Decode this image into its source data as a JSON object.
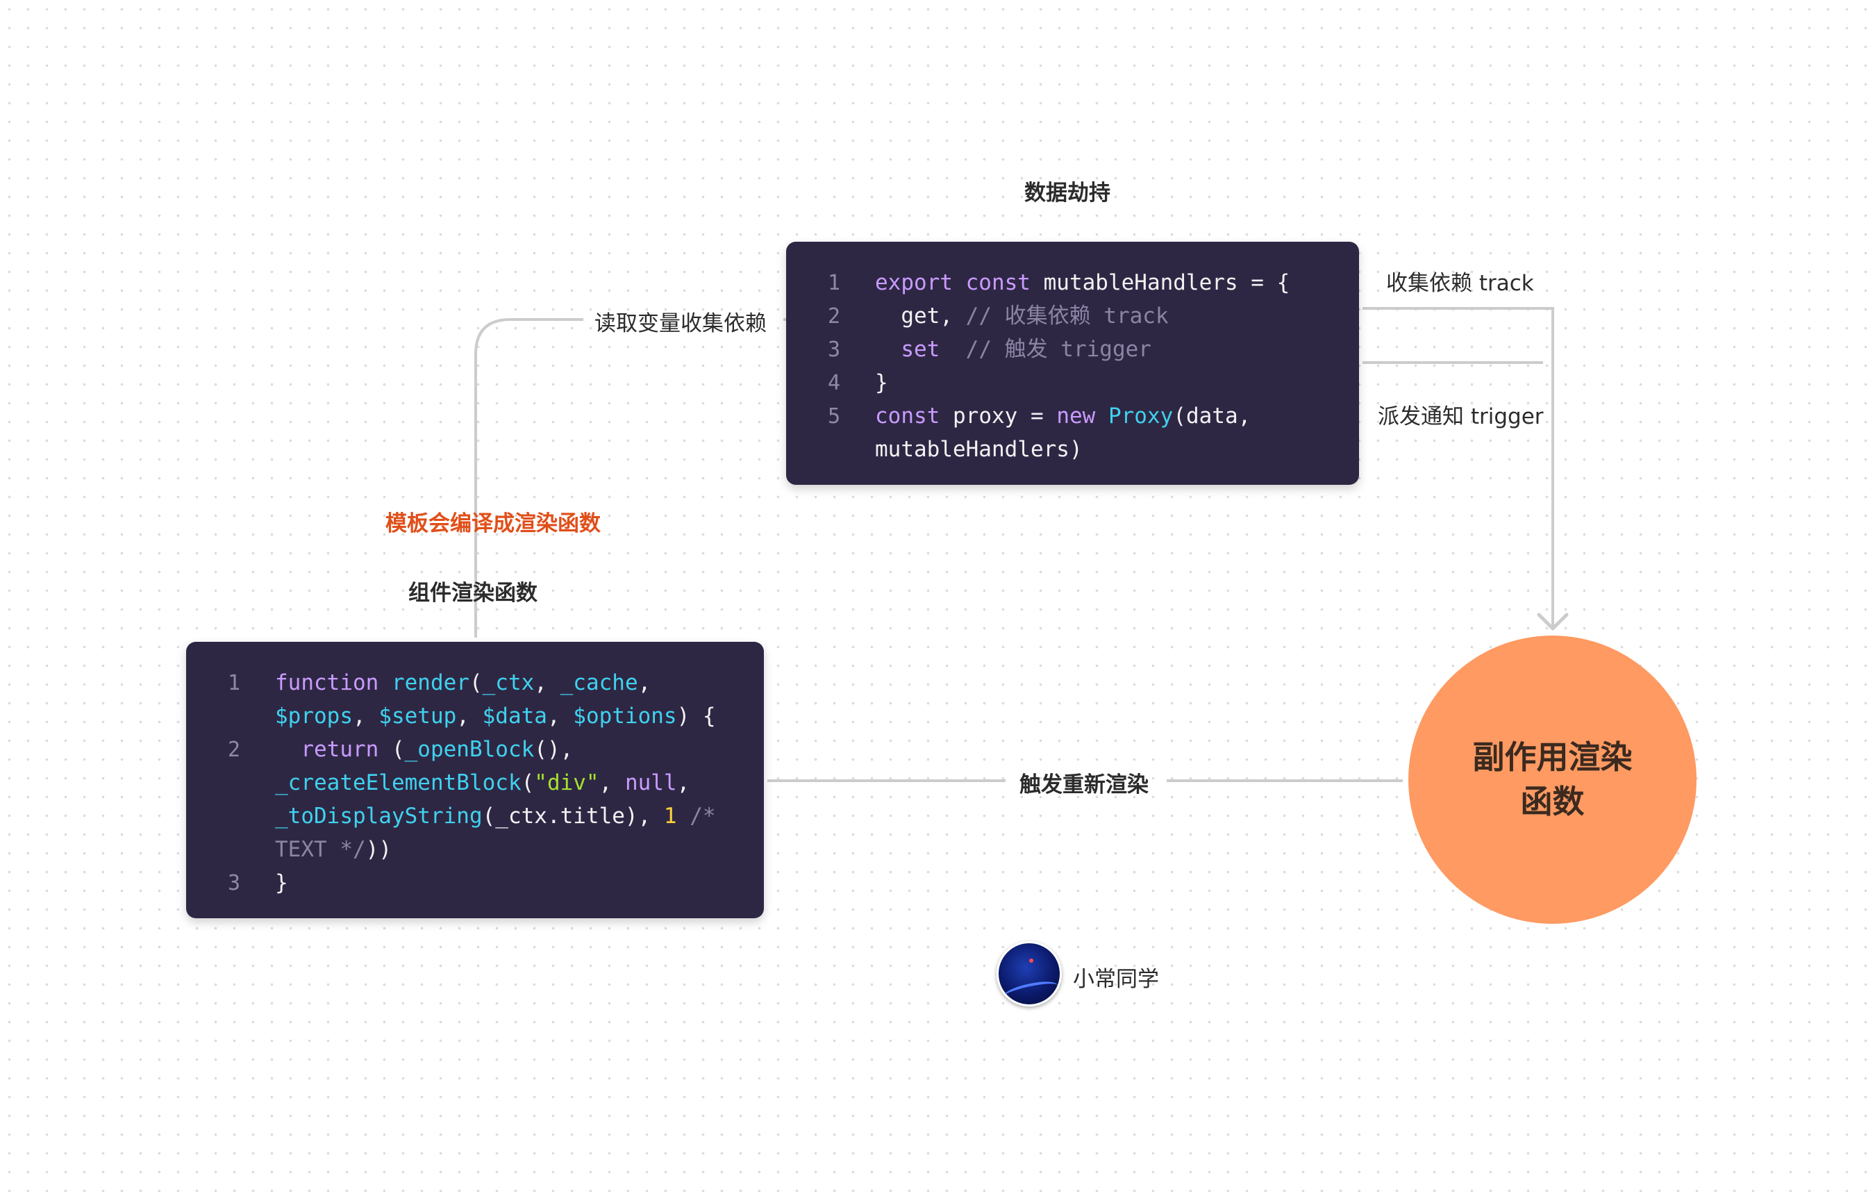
{
  "titles": {
    "data_hijack": "数据劫持",
    "template_compile": "模板会编译成渲染函数",
    "component_render": "组件渲染函数"
  },
  "edges": {
    "read_collect": "读取变量收集依赖",
    "collect_track": "收集依赖 track",
    "dispatch_trigger": "派发通知 trigger",
    "rerender": "触发重新渲染"
  },
  "top_code": {
    "line_numbers": [
      "1",
      "2",
      "3",
      "4",
      "5"
    ],
    "lines": [
      [
        {
          "t": "export const",
          "c": "kw"
        },
        {
          "t": " mutableHandlers = {",
          "c": ""
        }
      ],
      [
        {
          "t": "  get, ",
          "c": ""
        },
        {
          "t": "// 收集依赖 track",
          "c": "cm"
        }
      ],
      [
        {
          "t": "  set  ",
          "c": "kw"
        },
        {
          "t": "// 触发 trigger",
          "c": "cm"
        }
      ],
      [
        {
          "t": "}",
          "c": ""
        }
      ],
      [
        {
          "t": "const",
          "c": "kw"
        },
        {
          "t": " proxy = ",
          "c": ""
        },
        {
          "t": "new",
          "c": "kw"
        },
        {
          "t": " ",
          "c": ""
        },
        {
          "t": "Proxy",
          "c": "fn"
        },
        {
          "t": "(data,",
          "c": ""
        }
      ],
      [
        {
          "t": "mutableHandlers)",
          "c": ""
        }
      ]
    ]
  },
  "bottom_code": {
    "line_numbers": [
      "1",
      "2",
      "3"
    ],
    "lines": [
      [
        {
          "t": "function",
          "c": "kw"
        },
        {
          "t": " ",
          "c": ""
        },
        {
          "t": "render",
          "c": "fn"
        },
        {
          "t": "(",
          "c": ""
        },
        {
          "t": "_ctx",
          "c": "fn"
        },
        {
          "t": ", ",
          "c": ""
        },
        {
          "t": "_cache",
          "c": "fn"
        },
        {
          "t": ",",
          "c": ""
        }
      ],
      [
        {
          "t": "$props",
          "c": "fn"
        },
        {
          "t": ", ",
          "c": ""
        },
        {
          "t": "$setup",
          "c": "fn"
        },
        {
          "t": ", ",
          "c": ""
        },
        {
          "t": "$data",
          "c": "fn"
        },
        {
          "t": ", ",
          "c": ""
        },
        {
          "t": "$options",
          "c": "fn"
        },
        {
          "t": ") {",
          "c": ""
        }
      ],
      [
        {
          "t": "  return",
          "c": "kw"
        },
        {
          "t": " (",
          "c": ""
        },
        {
          "t": "_openBlock",
          "c": "fn"
        },
        {
          "t": "(),",
          "c": ""
        }
      ],
      [
        {
          "t": "_createElementBlock",
          "c": "fn"
        },
        {
          "t": "(",
          "c": ""
        },
        {
          "t": "\"div\"",
          "c": "str"
        },
        {
          "t": ", ",
          "c": ""
        },
        {
          "t": "null",
          "c": "kw"
        },
        {
          "t": ",",
          "c": ""
        }
      ],
      [
        {
          "t": "_toDisplayString",
          "c": "fn"
        },
        {
          "t": "(_ctx.title), ",
          "c": ""
        },
        {
          "t": "1",
          "c": "num"
        },
        {
          "t": " /*",
          "c": "cm"
        }
      ],
      [
        {
          "t": "TEXT */",
          "c": "cm"
        },
        {
          "t": "))",
          "c": ""
        }
      ],
      [
        {
          "t": "}",
          "c": ""
        }
      ]
    ]
  },
  "effect_node": {
    "line1": "副作用渲染",
    "line2": "函数"
  },
  "author": {
    "name": "小常同学"
  },
  "colors": {
    "card_bg": "#2e2744",
    "keyword": "#c99bff",
    "function": "#3fd2ee",
    "comment": "#8a85a3",
    "string": "#a6e22e",
    "number": "#ffd23a",
    "effect_circle": "#fe9a62",
    "highlight_title": "#e04f1a",
    "connector": "#cccccc"
  },
  "icons": {
    "arrow": "arrow-head-icon",
    "avatar": "avatar-image"
  }
}
